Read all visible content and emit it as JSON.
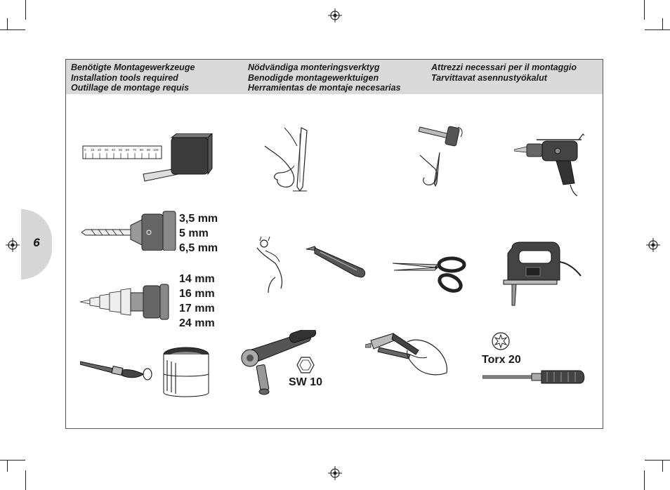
{
  "page": {
    "number": "6"
  },
  "header": {
    "col1": [
      "Benötigte Montagewerkzeuge",
      "Installation tools required",
      "Outillage de montage requis"
    ],
    "col2": [
      "Nödvändiga monteringsverktyg",
      "Benodigde montagewerktuigen",
      "Herramientas de montaje necesarias"
    ],
    "col3": [
      "Attrezzi necessari per il montaggio",
      "Tarvittavat asennustyökalut"
    ]
  },
  "tape_measure": {
    "ticks": [
      "0",
      "10",
      "20",
      "30",
      "40",
      "50",
      "60",
      "70",
      "80",
      "90",
      "100"
    ]
  },
  "drill_bit_sizes": [
    "3,5 mm",
    "5 mm",
    "6,5 mm"
  ],
  "step_drill_sizes": [
    "14 mm",
    "16 mm",
    "17 mm",
    "24 mm"
  ],
  "socket": {
    "label": "SW 10"
  },
  "screwdriver": {
    "label": "Torx 20"
  },
  "icons": [
    "tape-measure-icon",
    "pencil-hand-icon",
    "hammer-nail-icon",
    "power-drill-icon",
    "drill-bit-icon",
    "step-drill-icon",
    "deburring-tool-icon",
    "scissors-icon",
    "jigsaw-icon",
    "brush-icon",
    "paint-can-icon",
    "ratchet-icon",
    "hex-nut-icon",
    "rivet-gun-icon",
    "torx-icon",
    "screwdriver-icon"
  ]
}
